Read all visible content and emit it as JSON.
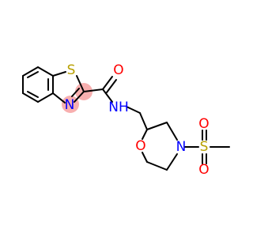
{
  "molecule": {
    "atoms": {
      "sulfur_thiazole": "S",
      "nitrogen_thiazole": "N",
      "oxygen_carbonyl": "O",
      "nitrogen_amide": "NH",
      "oxygen_morpholine": "O",
      "nitrogen_morpholine": "N",
      "sulfur_sulfonyl": "S",
      "oxygen_sulfonyl_top": "O",
      "oxygen_sulfonyl_bottom": "O"
    },
    "colors": {
      "bond": "#000000",
      "carbon": "#000000",
      "nitrogen": "#0000ff",
      "oxygen": "#ff0000",
      "sulfur": "#b8a000",
      "highlight": "#f7a1a1"
    }
  }
}
